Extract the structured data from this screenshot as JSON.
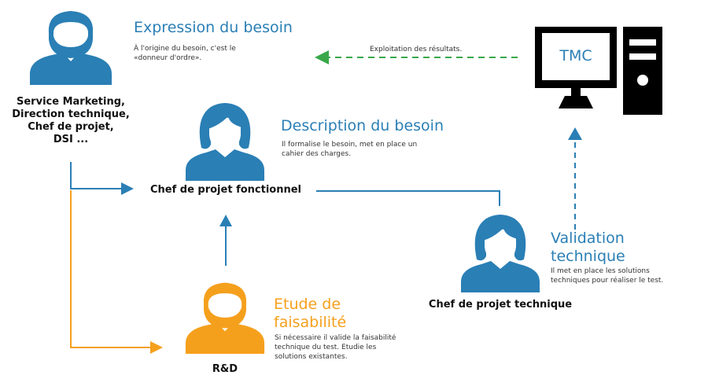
{
  "colors": {
    "blue": "#2a7fb5",
    "orange": "#f5a01d",
    "green": "#3aa84a",
    "black": "#000000"
  },
  "expression": {
    "title": "Expression du besoin",
    "desc_lines": [
      "À l'origine du besoin, c'est le",
      "«donneur d'ordre»."
    ],
    "role_lines": [
      "Service Marketing,",
      "Direction technique,",
      "Chef de projet,",
      "DSI ..."
    ]
  },
  "exploitation_label": "Exploitation des résultats.",
  "tmc": {
    "label": "TMC"
  },
  "description": {
    "title": "Description du besoin",
    "desc_lines": [
      "Il formalise le besoin, met en place un",
      "cahier des charges."
    ],
    "role": "Chef de projet fonctionnel"
  },
  "validation": {
    "title_lines": [
      "Validation",
      "technique"
    ],
    "desc_lines": [
      "Il met en place les solutions",
      "techniques pour réaliser le test."
    ],
    "role": "Chef de projet technique"
  },
  "etude": {
    "title_lines": [
      "Etude de",
      "faisabilité"
    ],
    "desc_lines": [
      "Si nécessaire il valide la faisabilité",
      "technique du test. Etudie les",
      "solutions existantes."
    ],
    "role": "R&D"
  },
  "icons": [
    "man-beard-icon",
    "woman-icon",
    "computer-icon"
  ]
}
